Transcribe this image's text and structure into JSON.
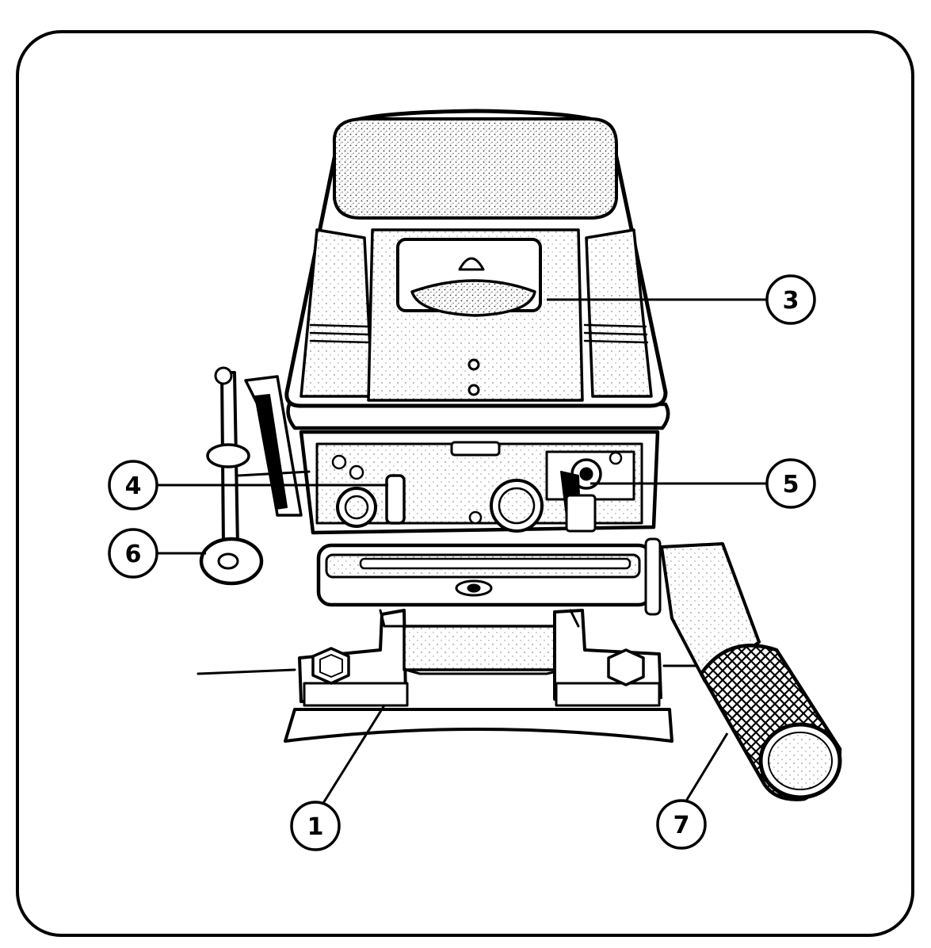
{
  "colors": {
    "ink": "#000000",
    "paper": "#ffffff",
    "stipple": "#9a9a9a"
  },
  "callouts": [
    {
      "id": "c1",
      "label": "1"
    },
    {
      "id": "c3",
      "label": "3"
    },
    {
      "id": "c4",
      "label": "4"
    },
    {
      "id": "c5",
      "label": "5"
    },
    {
      "id": "c6",
      "label": "6"
    },
    {
      "id": "c7",
      "label": "7"
    }
  ]
}
